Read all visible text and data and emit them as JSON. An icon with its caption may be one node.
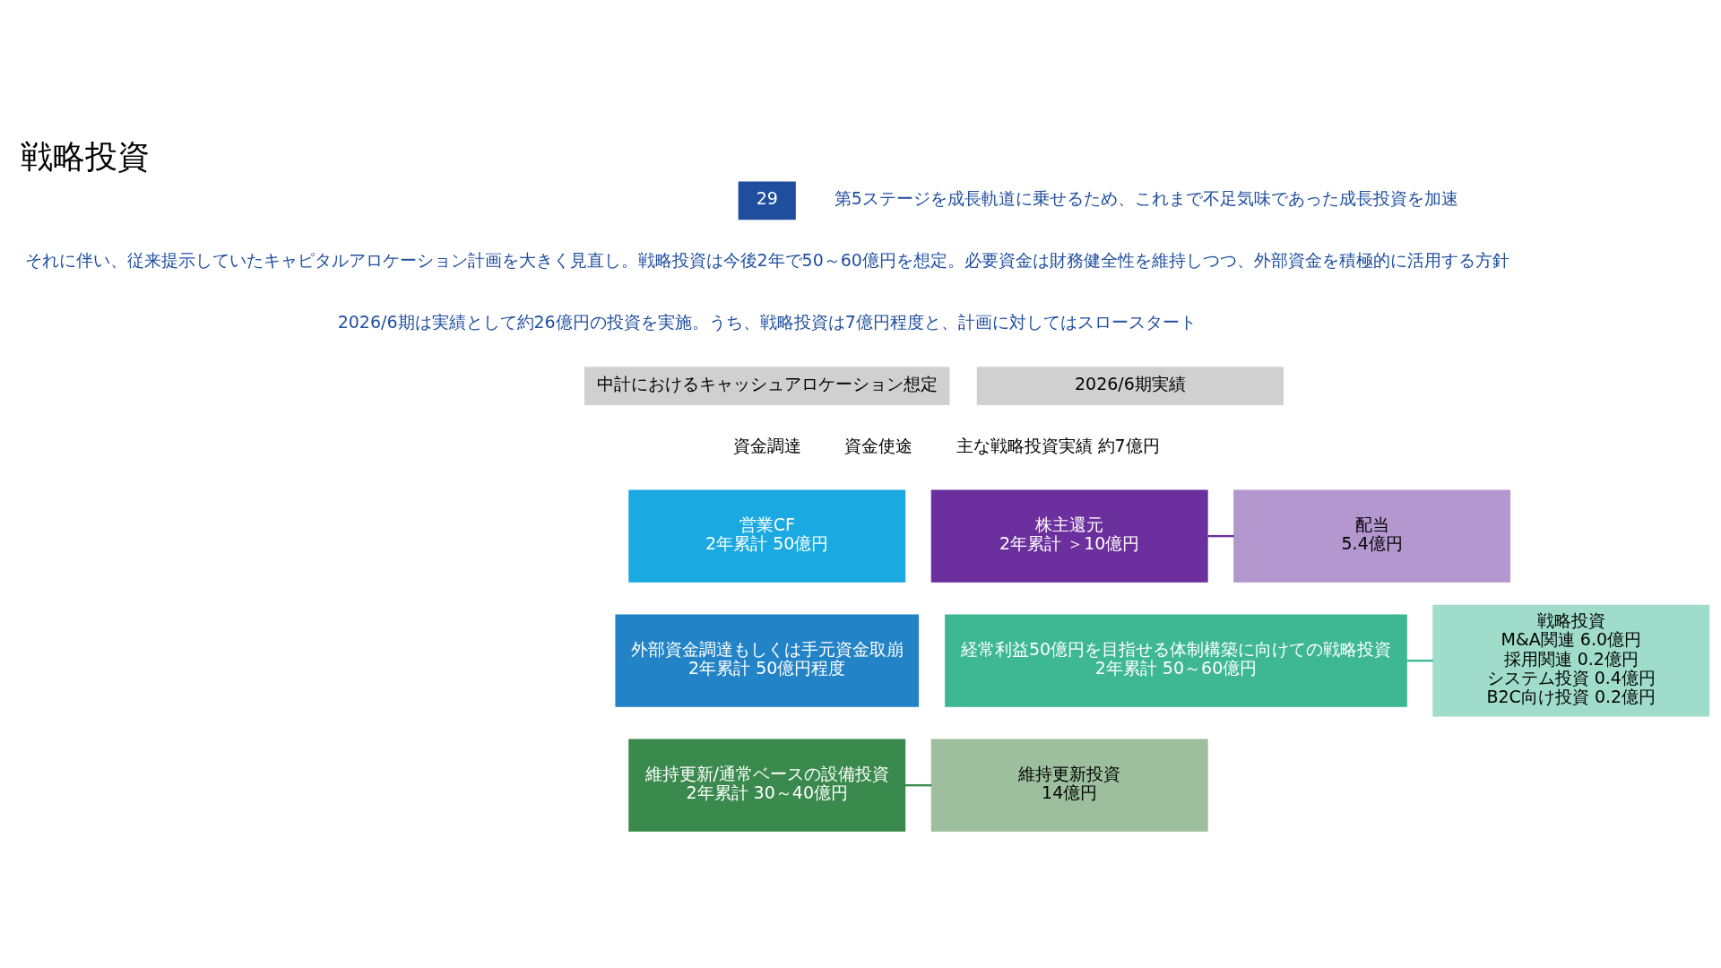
{
  "diagram": {
    "title": "戦略投資",
    "nodes": [
      {
        "text": [
          "営業CF",
          "2年累計 50億円"
        ]
      },
      {
        "text": [
          "外部資金調達もしくは手元資金取崩",
          "2年累計 50億円程度"
        ]
      },
      {
        "text": [
          "株主還元",
          "2年累計 ＞10億円"
        ]
      },
      {
        "text": [
          "経常利益50億円を目指せる体制構築に向けての戦略投資",
          "2年累計 50～60億円"
        ]
      },
      {
        "text": [
          "維持更新/通常ベースの設備投資",
          "2年累計 30～40億円"
        ]
      },
      {
        "text": [
          "配当",
          "5.4億円"
        ]
      },
      {
        "text": [
          "戦略投資",
          "M&A関連 6.0億円",
          "採用関連 0.2億円",
          "システム投資 0.4億円",
          "B2C向け投資 0.2億円"
        ]
      },
      {
        "text": [
          "維持更新投資",
          "14億円"
        ]
      }
    ],
    "edges": [
      {
        "from": 2,
        "to": 5,
        "arrow": "none",
        "color": "#6c2f9e"
      },
      {
        "from": 3,
        "to": 6,
        "arrow": "none",
        "color": "#3db893"
      },
      {
        "from": 4,
        "to": 7,
        "arrow": "none",
        "color": "#3a8a4e"
      }
    ],
    "labels": [
      "29",
      "第5ステージを成長軌道に乗せるため、これまで不足気味であった成長投資を加速",
      "それに伴い、従来提示していたキャピタルアロケーション計画を大きく見直し。戦略投資は今後2年で50～60億円を想定。必要資金は財務健全性を維持しつつ、外部資金を積極的に活用する方針",
      "2026/6期は実績として約26億円の投資を実施。うち、戦略投資は7億円程度と、計画に対してはスロースタート",
      "中計におけるキャッシュアロケーション想定",
      "2026/6期実績",
      "資金調達",
      "資金使途",
      "主な戦略投資実績 約7億円"
    ]
  }
}
